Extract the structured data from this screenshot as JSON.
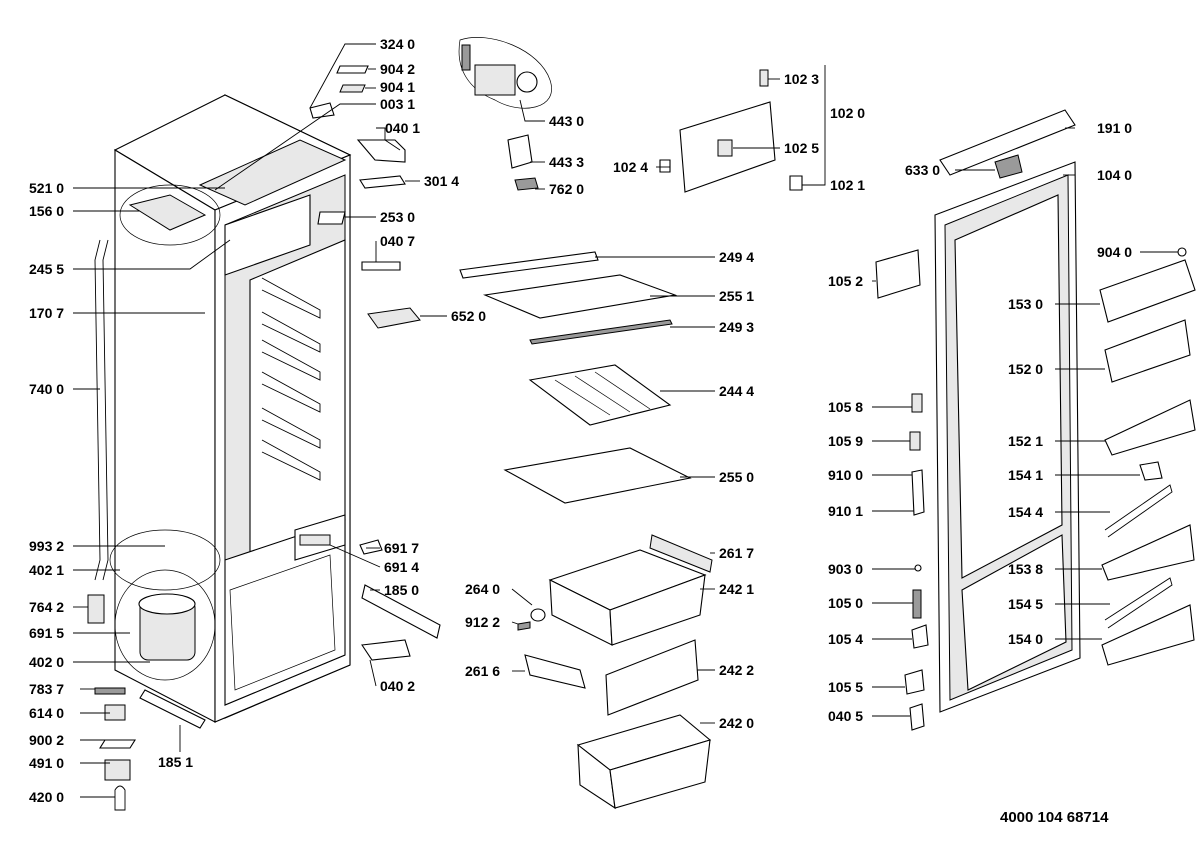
{
  "diagram": {
    "document_number": "4000 104 68714",
    "callouts": [
      {
        "id": "c3240",
        "label": "324 0"
      },
      {
        "id": "c9042",
        "label": "904 2"
      },
      {
        "id": "c9041",
        "label": "904 1"
      },
      {
        "id": "c0031",
        "label": "003 1"
      },
      {
        "id": "c0401",
        "label": "040 1"
      },
      {
        "id": "c3014",
        "label": "301 4"
      },
      {
        "id": "c5210",
        "label": "521 0"
      },
      {
        "id": "c1560",
        "label": "156 0"
      },
      {
        "id": "c2530",
        "label": "253 0"
      },
      {
        "id": "c0407",
        "label": "040 7"
      },
      {
        "id": "c2455",
        "label": "245 5"
      },
      {
        "id": "c6520",
        "label": "652 0"
      },
      {
        "id": "c1707",
        "label": "170 7"
      },
      {
        "id": "c7400",
        "label": "740 0"
      },
      {
        "id": "c9932",
        "label": "993 2"
      },
      {
        "id": "c6917",
        "label": "691 7"
      },
      {
        "id": "c4021",
        "label": "402 1"
      },
      {
        "id": "c6914",
        "label": "691 4"
      },
      {
        "id": "c1850a",
        "label": "185 0"
      },
      {
        "id": "c7642",
        "label": "764 2"
      },
      {
        "id": "c6915",
        "label": "691 5"
      },
      {
        "id": "c4020",
        "label": "402 0"
      },
      {
        "id": "c0402",
        "label": "040 2"
      },
      {
        "id": "c7837",
        "label": "783 7"
      },
      {
        "id": "c6140",
        "label": "614 0"
      },
      {
        "id": "c9002",
        "label": "900 2"
      },
      {
        "id": "c4910",
        "label": "491 0"
      },
      {
        "id": "c1851",
        "label": "185 1"
      },
      {
        "id": "c4200",
        "label": "420 0"
      },
      {
        "id": "c4430",
        "label": "443 0"
      },
      {
        "id": "c4433",
        "label": "443 3"
      },
      {
        "id": "c7620",
        "label": "762 0"
      },
      {
        "id": "c1023",
        "label": "102 3"
      },
      {
        "id": "c1020",
        "label": "102 0"
      },
      {
        "id": "c1025",
        "label": "102 5"
      },
      {
        "id": "c1024",
        "label": "102 4"
      },
      {
        "id": "c1021",
        "label": "102 1"
      },
      {
        "id": "c6330",
        "label": "633 0"
      },
      {
        "id": "c1910",
        "label": "191 0"
      },
      {
        "id": "c1040",
        "label": "104 0"
      },
      {
        "id": "c2494",
        "label": "249 4"
      },
      {
        "id": "c2551",
        "label": "255 1"
      },
      {
        "id": "c2493",
        "label": "249 3"
      },
      {
        "id": "c2444",
        "label": "244 4"
      },
      {
        "id": "c2550",
        "label": "255 0"
      },
      {
        "id": "c2617",
        "label": "261 7"
      },
      {
        "id": "c2421",
        "label": "242 1"
      },
      {
        "id": "c2640",
        "label": "264 0"
      },
      {
        "id": "c9122",
        "label": "912 2"
      },
      {
        "id": "c2616",
        "label": "261 6"
      },
      {
        "id": "c2422",
        "label": "242 2"
      },
      {
        "id": "c2420",
        "label": "242 0"
      },
      {
        "id": "c9040",
        "label": "904 0"
      },
      {
        "id": "c1052",
        "label": "105 2"
      },
      {
        "id": "c1530",
        "label": "153 0"
      },
      {
        "id": "c1520",
        "label": "152 0"
      },
      {
        "id": "c1058",
        "label": "105 8"
      },
      {
        "id": "c1059",
        "label": "105 9"
      },
      {
        "id": "c1521",
        "label": "152 1"
      },
      {
        "id": "c9100",
        "label": "910 0"
      },
      {
        "id": "c1541",
        "label": "154 1"
      },
      {
        "id": "c9101",
        "label": "910 1"
      },
      {
        "id": "c1544",
        "label": "154 4"
      },
      {
        "id": "c9030",
        "label": "903 0"
      },
      {
        "id": "c1538",
        "label": "153 8"
      },
      {
        "id": "c1050",
        "label": "105 0"
      },
      {
        "id": "c1545",
        "label": "154 5"
      },
      {
        "id": "c1054",
        "label": "105 4"
      },
      {
        "id": "c1540",
        "label": "154 0"
      },
      {
        "id": "c1055",
        "label": "105 5"
      },
      {
        "id": "c0405",
        "label": "040 5"
      }
    ]
  }
}
